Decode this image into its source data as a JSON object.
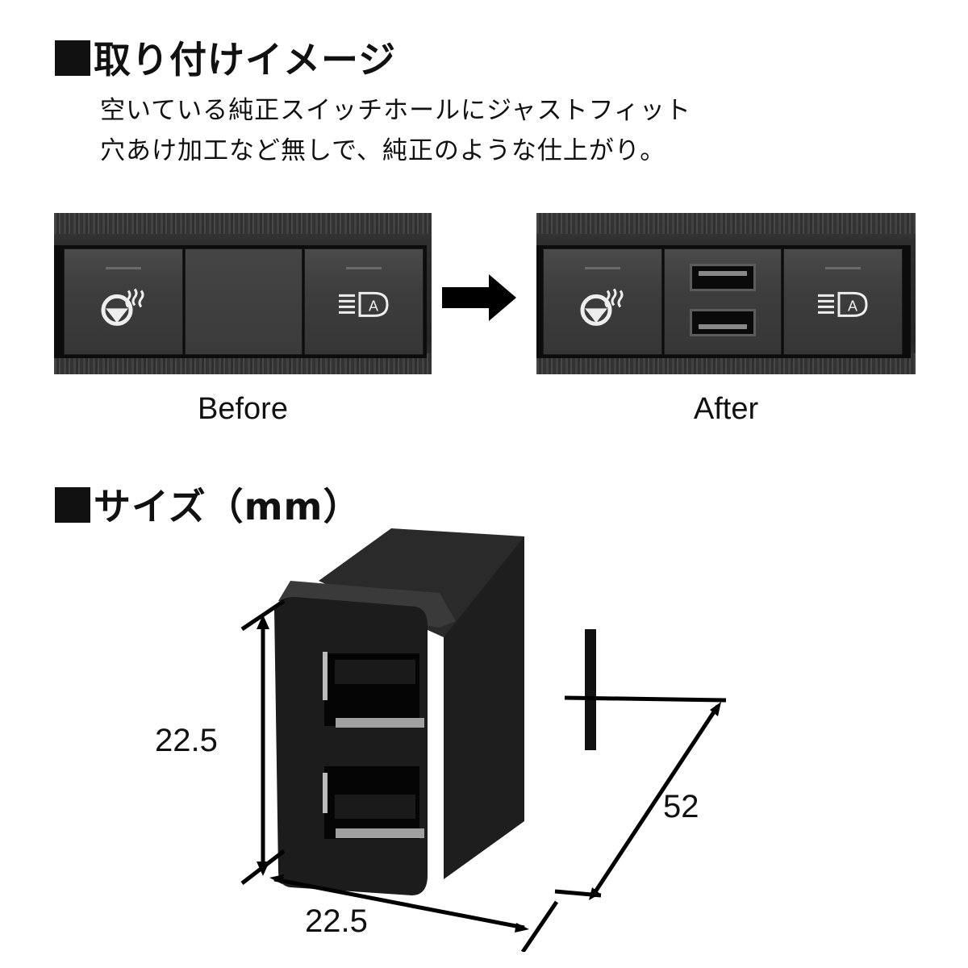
{
  "section_install": {
    "title": "取り付けイメージ",
    "lines": [
      "空いている純正スイッチホールにジャストフィット",
      "穴あけ加工など無しで、純正のような仕上がり。"
    ]
  },
  "comparison": {
    "before": {
      "label": "Before",
      "buttons": [
        "steering-heater",
        "blank-cover",
        "auto-high-beam"
      ]
    },
    "after": {
      "label": "After",
      "buttons": [
        "steering-heater",
        "dual-usb-port",
        "auto-high-beam"
      ]
    },
    "arrow": "right-arrow"
  },
  "section_size": {
    "title": "サイズ（mm）",
    "dimensions": {
      "height": "22.5",
      "width": "22.5",
      "depth": "52"
    }
  },
  "colors": {
    "text": "#111111",
    "panel": "#2e2e2e",
    "product_body": "#1c1c1c"
  }
}
